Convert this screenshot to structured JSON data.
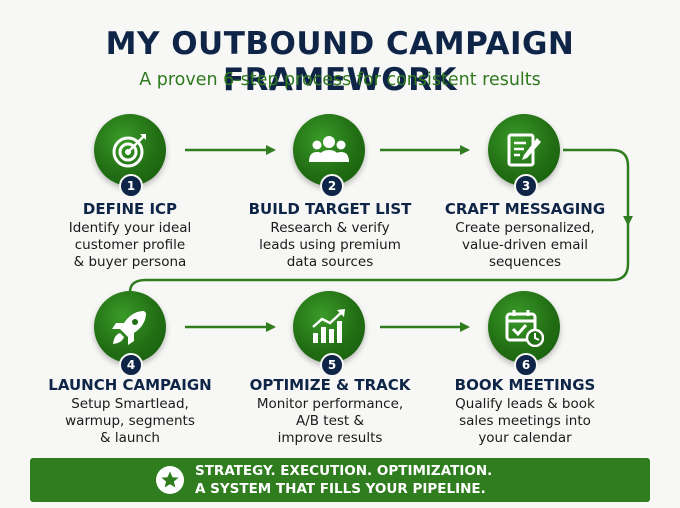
{
  "header": {
    "title": "MY OUTBOUND CAMPAIGN FRAMEWORK",
    "subtitle": "A proven 6-step process for consistent results"
  },
  "colors": {
    "navy": "#0f2547",
    "green": "#2f7d1f",
    "background": "#f7f7f5"
  },
  "steps": [
    {
      "number": "1",
      "icon": "target-icon",
      "title": "DEFINE ICP",
      "description": [
        "Identify your ideal",
        "customer profile",
        "& buyer persona"
      ]
    },
    {
      "number": "2",
      "icon": "group-icon",
      "title": "BUILD TARGET LIST",
      "description": [
        "Research & verify",
        "leads using premium",
        "data sources"
      ]
    },
    {
      "number": "3",
      "icon": "edit-document-icon",
      "title": "CRAFT MESSAGING",
      "description": [
        "Create personalized,",
        "value-driven email",
        "sequences"
      ]
    },
    {
      "number": "4",
      "icon": "rocket-icon",
      "title": "LAUNCH CAMPAIGN",
      "description": [
        "Setup Smartlead,",
        "warmup, segments",
        "& launch"
      ]
    },
    {
      "number": "5",
      "icon": "growth-chart-icon",
      "title": "OPTIMIZE & TRACK",
      "description": [
        "Monitor performance,",
        "A/B test &",
        "improve results"
      ]
    },
    {
      "number": "6",
      "icon": "calendar-check-icon",
      "title": "BOOK MEETINGS",
      "description": [
        "Qualify leads & book",
        "sales meetings into",
        "your calendar"
      ]
    }
  ],
  "banner": {
    "icon": "star-icon",
    "line1": "STRATEGY. EXECUTION. OPTIMIZATION.",
    "line2": "A SYSTEM THAT FILLS YOUR PIPELINE."
  }
}
